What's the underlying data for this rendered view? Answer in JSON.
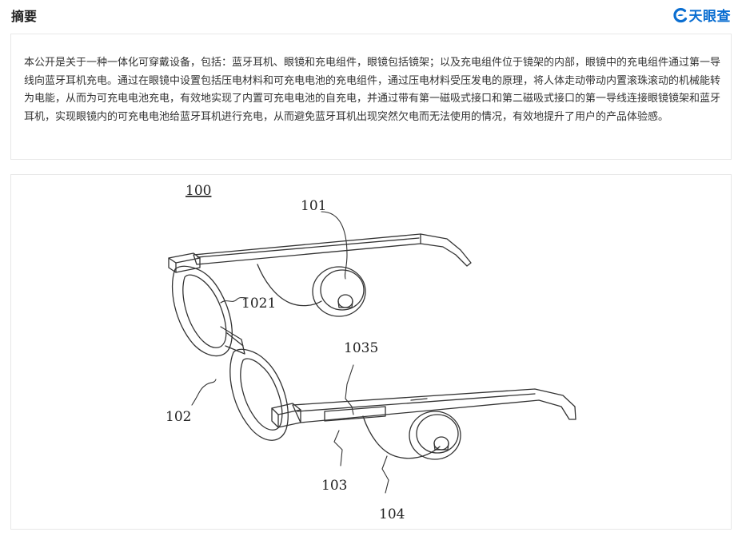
{
  "header": {
    "section_title": "摘要",
    "brand_name": "天眼查",
    "brand_icon": "tianyancha-logo-icon"
  },
  "abstract": {
    "text": "本公开是关于一种一体化可穿戴设备，包括：蓝牙耳机、眼镜和充电组件，眼镜包括镜架；以及充电组件位于镜架的内部，眼镜中的充电组件通过第一导线向蓝牙耳机充电。通过在眼镜中设置包括压电材料和可充电电池的充电组件，通过压电材料受压发电的原理，将人体走动带动内置滚珠滚动的机械能转为电能，从而为可充电电池充电，有效地实现了内置可充电电池的自充电，并通过带有第一磁吸式接口和第二磁吸式接口的第一导线连接眼镜镜架和蓝牙耳机，实现眼镜内的可充电电池给蓝牙耳机进行充电，从而避免蓝牙耳机出现突然欠电而无法使用的情况，有效地提升了用户的产品体验感。"
  },
  "figure": {
    "labels": {
      "assembly": "100",
      "earphone_top": "101",
      "wire_top": "1021",
      "frame": "102",
      "interface": "1035",
      "charging": "103",
      "earphone_bottom": "104"
    }
  },
  "colors": {
    "brand": "#0a6ed1",
    "border": "#e8e8e8",
    "text": "#333333"
  }
}
